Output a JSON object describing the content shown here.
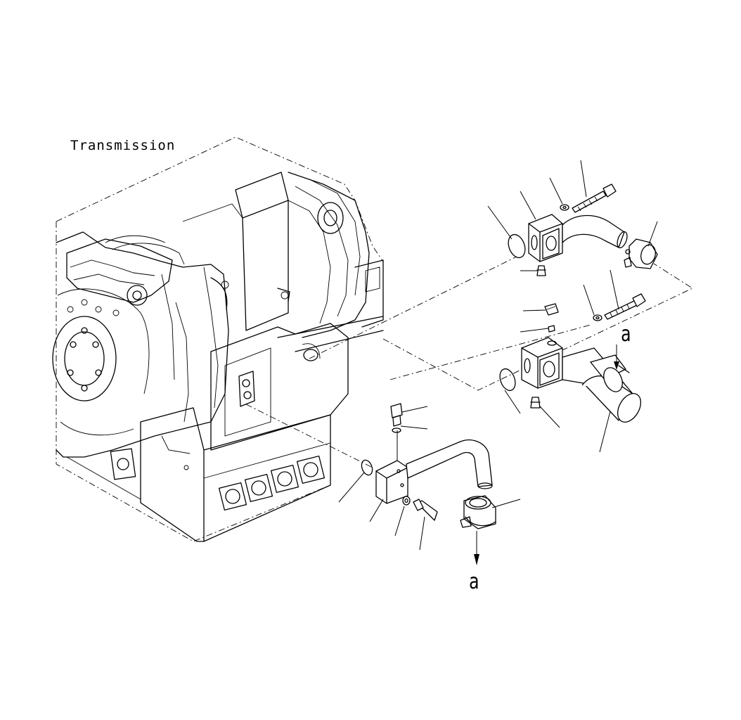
{
  "diagram": {
    "title": "Transmission",
    "callout_letter_upper": "a",
    "callout_letter_lower": "a"
  },
  "colors": {
    "line": "#000000",
    "background": "#ffffff"
  },
  "icons": [
    "transmission-housing",
    "elbow-pipe",
    "flange-block",
    "bolt",
    "washer",
    "o-ring",
    "nipple",
    "clamp",
    "arrow-down"
  ]
}
